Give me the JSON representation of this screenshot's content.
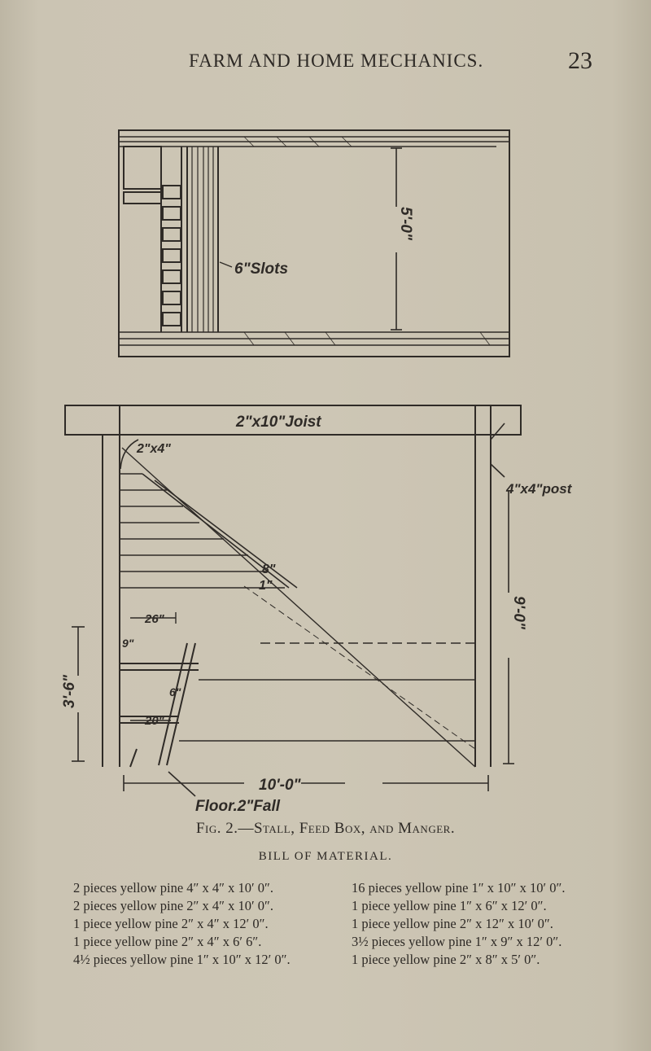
{
  "header": {
    "title": "FARM AND HOME MECHANICS.",
    "page_number": "23"
  },
  "figure_top": {
    "slots_label": "6\"Slots",
    "height_dim": "5'-0\""
  },
  "figure_bottom": {
    "joist_label": "2\"x10\"Joist",
    "stud_label": "2\"x4\"",
    "post_label": "4\"x4\"post",
    "height_dim": "9'-0\"",
    "depth_dim": "3'-6\"",
    "width_dim": "10'-0\"",
    "floor_label": "Floor.2\"Fall",
    "dim_26": "26\"",
    "dim_20": "20\"",
    "dim_8": "8\"",
    "dim_1": "1\"",
    "dim_9": "9\"",
    "dim_6": "6\""
  },
  "caption": "Fig. 2.—Stall, Feed Box, and Manger.",
  "bill": {
    "title": "BILL OF MATERIAL.",
    "left": [
      "2 pieces yellow pine 4″ x 4″ x 10′ 0″.",
      "2 pieces yellow pine 2″ x 4″ x 10′ 0″.",
      "1 piece yellow pine 2″ x 4″ x 12′ 0″.",
      "1 piece yellow pine 2″ x 4″ x 6′ 6″.",
      "4½ pieces yellow pine 1″ x 10″ x 12′ 0″."
    ],
    "right": [
      "16 pieces yellow pine 1″ x 10″ x 10′ 0″.",
      "1 piece yellow pine 1″ x 6″ x 12′ 0″.",
      "1 piece yellow pine 2″ x 12″ x 10′ 0″.",
      "3½ pieces yellow pine 1″ x 9″ x 12′ 0″.",
      "1 piece yellow pine 2″ x 8″ x 5′ 0″."
    ]
  }
}
